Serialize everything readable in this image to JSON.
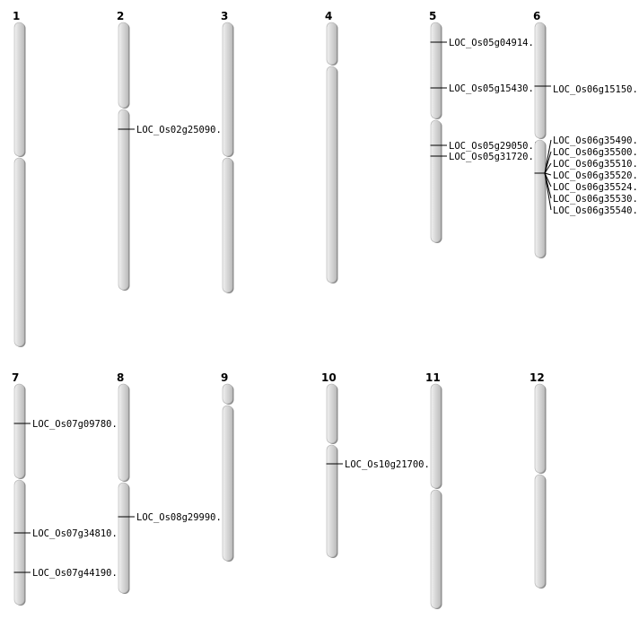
{
  "colors": {
    "chromosome_fill_light": "#e9e9e9",
    "chromosome_fill_mid": "#cfcfcf",
    "chromosome_edge": "#7a7a7a",
    "marker": "#000000"
  },
  "chromosomes": [
    {
      "label": "1",
      "genes": []
    },
    {
      "label": "2",
      "genes": [
        "LOC_Os02g25090.1"
      ]
    },
    {
      "label": "3",
      "genes": []
    },
    {
      "label": "4",
      "genes": []
    },
    {
      "label": "5",
      "genes": [
        "LOC_Os05g04914.1",
        "LOC_Os05g15430.1",
        "LOC_Os05g29050.1",
        "LOC_Os05g31720.1"
      ]
    },
    {
      "label": "6",
      "genes": [
        "LOC_Os06g15150.1",
        "LOC_Os06g35490.1",
        "LOC_Os06g35500.1",
        "LOC_Os06g35510.1",
        "LOC_Os06g35520.1",
        "LOC_Os06g35524.1",
        "LOC_Os06g35530.1",
        "LOC_Os06g35540.1"
      ]
    },
    {
      "label": "7",
      "genes": [
        "LOC_Os07g09780.1",
        "LOC_Os07g34810.1",
        "LOC_Os07g44190.1"
      ]
    },
    {
      "label": "8",
      "genes": [
        "LOC_Os08g29990.1"
      ]
    },
    {
      "label": "9",
      "genes": []
    },
    {
      "label": "10",
      "genes": [
        "LOC_Os10g21700.1"
      ]
    },
    {
      "label": "11",
      "genes": []
    },
    {
      "label": "12",
      "genes": []
    }
  ]
}
